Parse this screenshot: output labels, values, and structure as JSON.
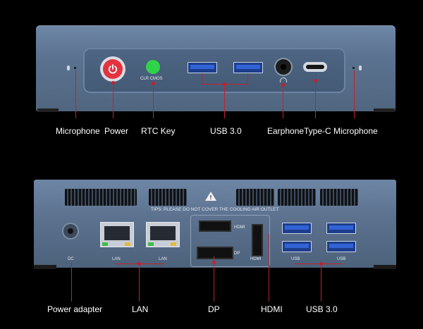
{
  "front": {
    "rtc_label": "CLR CMOS",
    "labels": {
      "microphone_left": "Microphone",
      "power": "Power",
      "rtc_key": "RTC Key",
      "usb": "USB 3.0",
      "earphone": "Earphone",
      "typec": "Type-C",
      "microphone_right": "Microphone"
    }
  },
  "rear": {
    "tips": "TIPS: PLEASE DO NOT COVER THE COOLING AIR OUTLET",
    "warning_symbol": "!",
    "port_labels": {
      "dc": "DC",
      "lan1": "LAN",
      "lan2": "LAN",
      "hdmi1": "HDMI",
      "dp": "DP",
      "hdmi2": "HDMI",
      "usb1": "USB",
      "usb2": "USB"
    },
    "labels": {
      "power_adapter": "Power adapter",
      "lan": "LAN",
      "dp": "DP",
      "hdmi": "HDMI",
      "usb": "USB 3.0"
    }
  },
  "colors": {
    "accent_red": "#c3212d",
    "power_button": "#e4323f",
    "rtc_button": "#2fd34a"
  }
}
